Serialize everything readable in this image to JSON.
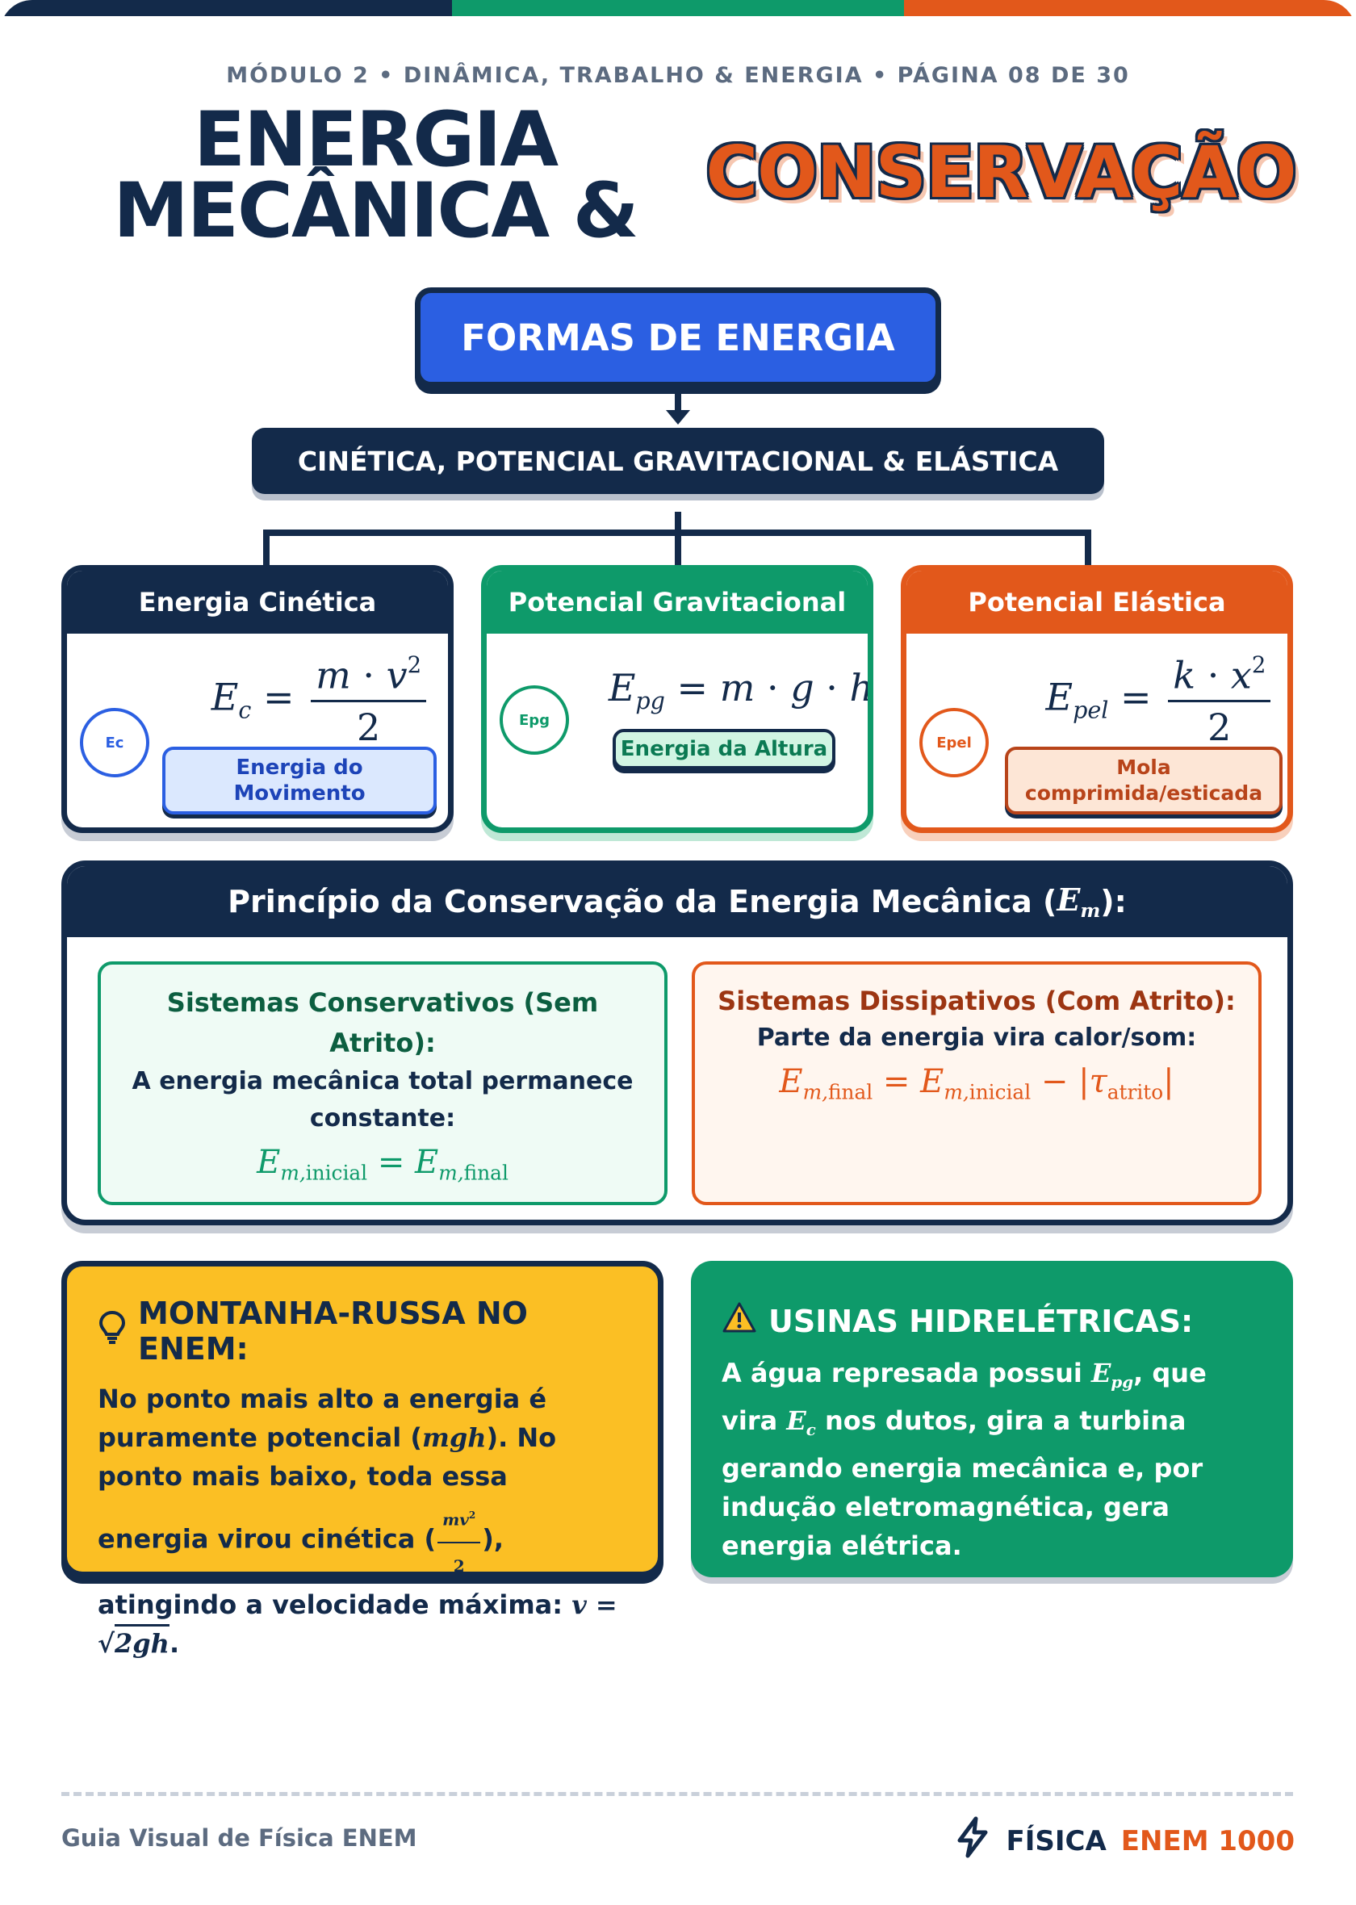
{
  "header": {
    "module": "MÓDULO 2 • DINÂMICA, TRABALHO & ENERGIA • PÁGINA 08 DE 30",
    "title_line1": "ENERGIA",
    "title_line2": "MECÂNICA &",
    "title_accent": "CONSERVAÇÃO"
  },
  "colors": {
    "navy": "#132a4a",
    "blue": "#2b5fe2",
    "green": "#0e9a6a",
    "orange": "#e2581b",
    "yellow": "#fbbf24",
    "gray": "#5c6b80"
  },
  "forms": {
    "title": "FORMAS DE ENERGIA",
    "types": "CINÉTICA, POTENCIAL GRAVITACIONAL & ELÁSTICA"
  },
  "cards": [
    {
      "title": "Energia Cinética",
      "badge": "Ec",
      "tag_line1": "Energia do",
      "tag_line2": "Movimento"
    },
    {
      "title": "Potencial Gravitacional",
      "badge": "Epg",
      "tag_line1": "Energia da Altura"
    },
    {
      "title": "Potencial Elástica",
      "badge": "Epel",
      "tag_line1": "Mola",
      "tag_line2": "comprimida/esticada"
    }
  ],
  "principle": {
    "title": "Princípio da Conservação da Energia Mecânica (",
    "title_symbol": "E",
    "title_sub": "m",
    "title_end": "):",
    "conservative": {
      "title": "Sistemas Conservativos (Sem Atrito):",
      "desc": "A energia mecânica total permanece constante:"
    },
    "dissipative": {
      "title": "Sistemas Dissipativos (Com Atrito):",
      "desc": "Parte da energia vira calor/som:"
    }
  },
  "rollercoaster": {
    "icon": "lightbulb-icon",
    "title": "MONTANHA-RUSSA NO ENEM:",
    "text1": "No ponto mais alto a energia é puramente potencial (",
    "text2": "). No ponto mais baixo, toda essa energia virou cinética (",
    "text3": "), atingindo a velocidade máxima: ",
    "text4": "."
  },
  "hydro": {
    "icon": "warning-icon",
    "title": "USINAS HIDRELÉTRICAS:",
    "text1": "A água represada possui ",
    "text2": ", que vira ",
    "text3": " nos dutos, gira a turbina gerando energia mecânica e, por indução eletromagnética, gera energia elétrica."
  },
  "footer": {
    "left": "Guia Visual de Física ENEM",
    "brand1": "FÍSICA",
    "brand2": "ENEM 1000"
  }
}
